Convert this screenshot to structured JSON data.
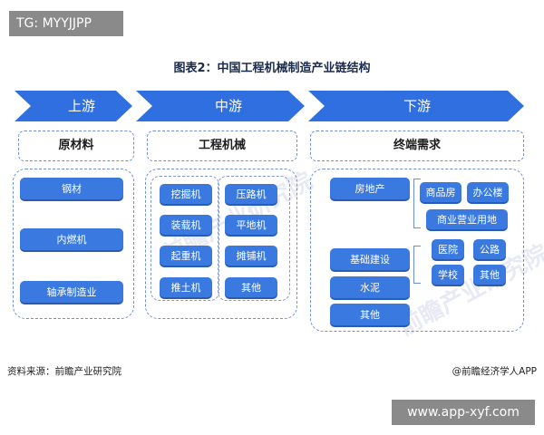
{
  "tags": {
    "top": "TG: MYYJJPP",
    "bottom": "www.app-xyf.com"
  },
  "title": "图表2：中国工程机械制造产业链结构",
  "stages": {
    "upstream": "上游",
    "midstream": "中游",
    "downstream": "下游"
  },
  "headers": {
    "upstream": "原材料",
    "midstream": "工程机械",
    "downstream": "终端需求"
  },
  "upstream_items": [
    "钢材",
    "内燃机",
    "轴承制造业"
  ],
  "midstream_items": [
    "挖掘机",
    "压路机",
    "装载机",
    "平地机",
    "起重机",
    "摊铺机",
    "推土机",
    "其他"
  ],
  "downstream": {
    "real_estate": "房地产",
    "real_estate_sub": [
      "商品房",
      "办公楼",
      "商业营业用地"
    ],
    "infrastructure": "基础建设",
    "infrastructure_sub": [
      "医院",
      "公路",
      "学校",
      "其他"
    ],
    "cement": "水泥",
    "other": "其他"
  },
  "footer": {
    "source": "资料来源：前瞻产业研究院",
    "credit": "@前瞻经济学人APP"
  },
  "watermark": "前瞻产业研究院",
  "colors": {
    "arrow": "#2f6fe0",
    "pill": "#3a7ae0",
    "dashed": "#6f8fcf"
  }
}
